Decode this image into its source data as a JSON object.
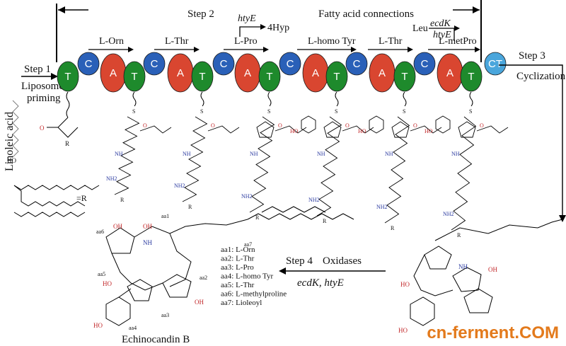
{
  "pathway": {
    "side_label": "Linoleic acid",
    "r_equals": "=R",
    "steps": {
      "step1": "Step 1",
      "step1_sub": [
        "Liposome",
        "priming"
      ],
      "step2": "Step 2",
      "step2_sub": "Fatty acid connections",
      "step3": "Step 3",
      "step3_sub": "Cyclization",
      "step4": "Step 4",
      "step4_sub": "Oxidases",
      "step4_genes": "ecdK, htyE"
    },
    "enzymes": {
      "htyE_top": "htyE",
      "hyp4": "4Hyp",
      "leu": "Leu",
      "ecdK": "ecdK",
      "htyE_right": "htyE"
    },
    "modules": [
      "L-Orn",
      "L-Thr",
      "L-Pro",
      "L-homo Tyr",
      "L-Thr",
      "L-metPro"
    ],
    "domain_letters": {
      "T": "T",
      "C": "C",
      "A": "A",
      "Ct": "CT"
    },
    "aa_legend": [
      "aa1: L-Orn",
      "aa2: L-Thr",
      "aa3: L-Pro",
      "aa4: L-homo Tyr",
      "aa5: L-Thr",
      "aa6: L-methylproline",
      "aa7: Lioleoyl"
    ],
    "aa_labels": [
      "aa1",
      "aa2",
      "aa3",
      "aa4",
      "aa5",
      "aa6",
      "aa7"
    ],
    "product_name": "Echinocandin B",
    "atoms": {
      "O": "O",
      "OH": "OH",
      "NH": "NH",
      "HO": "HO",
      "N": "N",
      "NH2": "NH2",
      "R": "R",
      "S": "S"
    },
    "watermark": "cn-ferment.COM"
  }
}
